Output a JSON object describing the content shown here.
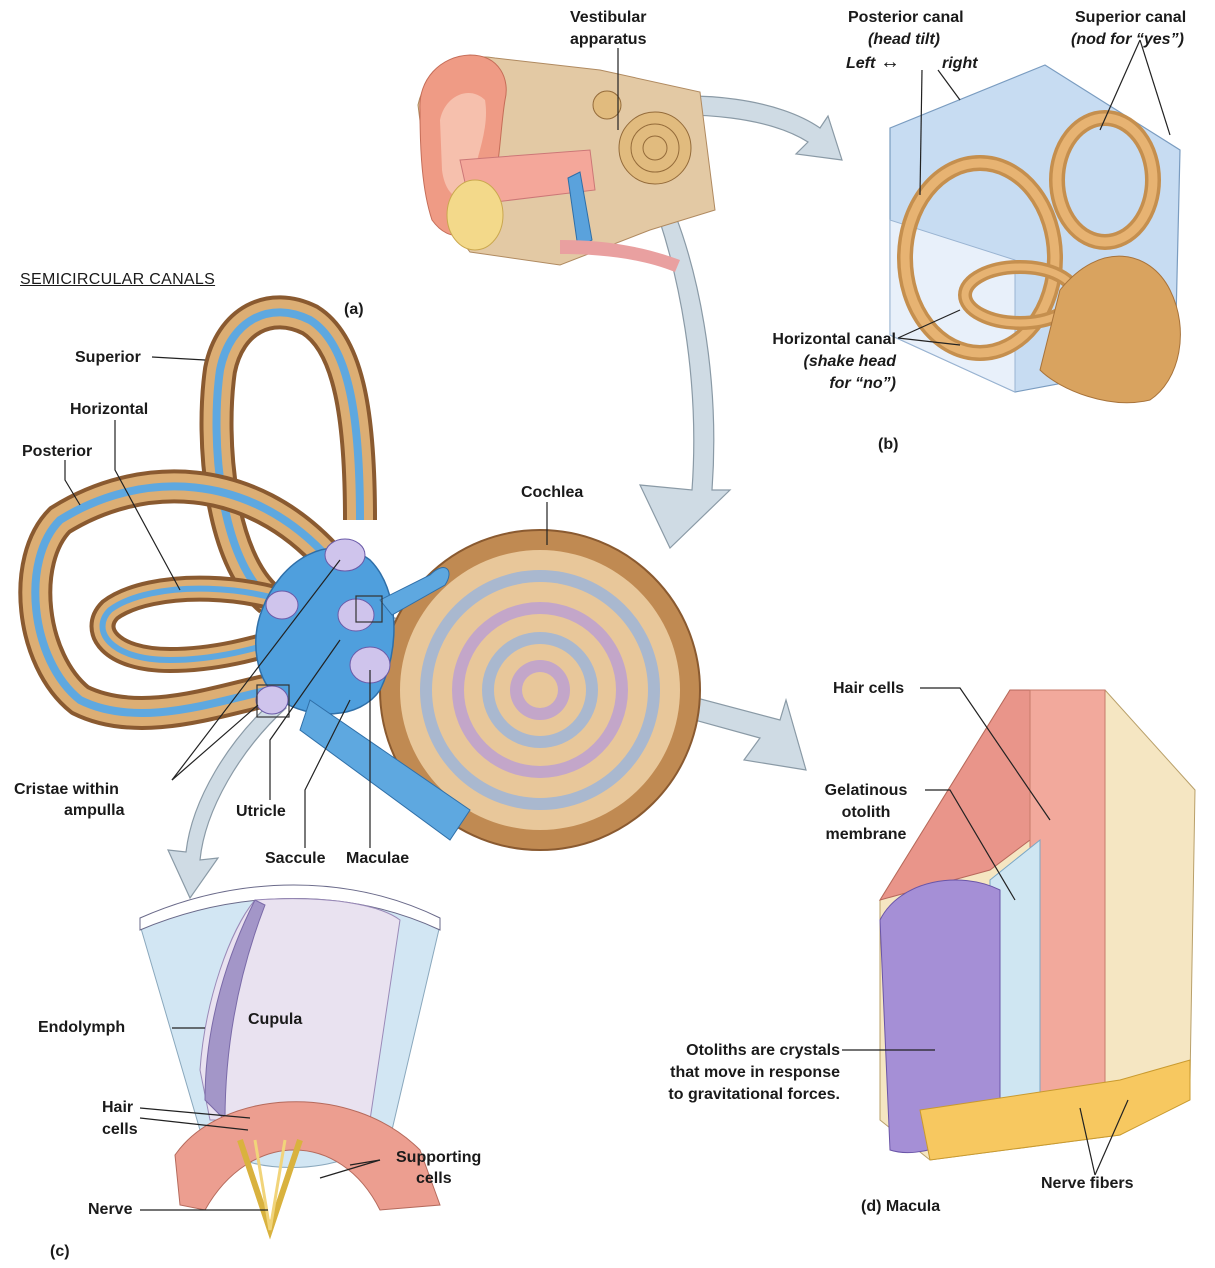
{
  "header": {
    "section_title": "SEMICIRCULAR CANALS"
  },
  "panels": {
    "a": "(a)",
    "b": "(b)",
    "c": "(c)",
    "d": "(d) Macula"
  },
  "ear": {
    "vestibular_1": "Vestibular",
    "vestibular_2": "apparatus"
  },
  "panel_b": {
    "posterior_title": "Posterior canal",
    "posterior_sub": "(head tilt)",
    "left": "Left",
    "right": "right",
    "superior_title": "Superior canal",
    "superior_sub": "(nod for “yes”)",
    "horizontal_title": "Horizontal canal",
    "horizontal_sub1": "(shake head",
    "horizontal_sub2": "for “no”)"
  },
  "panel_a": {
    "superior": "Superior",
    "horizontal": "Horizontal",
    "posterior": "Posterior",
    "cochlea": "Cochlea",
    "cristae_1": "Cristae within",
    "cristae_2": "ampulla",
    "utricle": "Utricle",
    "saccule": "Saccule",
    "maculae": "Maculae"
  },
  "panel_c": {
    "endolymph": "Endolymph",
    "cupula": "Cupula",
    "hair_1": "Hair",
    "hair_2": "cells",
    "supporting_1": "Supporting",
    "supporting_2": "cells",
    "nerve": "Nerve"
  },
  "panel_d": {
    "hair_cells": "Hair cells",
    "gel_1": "Gelatinous",
    "gel_2": "otolith",
    "gel_3": "membrane",
    "otoliths_1": "Otoliths are crystals",
    "otoliths_2": "that move in response",
    "otoliths_3": "to gravitational forces.",
    "nerve_fibers": "Nerve fibers"
  },
  "colors": {
    "canal_tan": "#d9a66a",
    "canal_brown": "#8a5a30",
    "endolymph_blue": "#5ea8e0",
    "membrane_pink": "#e7a89a",
    "cupula_lilac": "#e9e2f0",
    "otolith_purple": "#a58fd6",
    "arrow_fill": "#cfdbe4",
    "plane_blue": "#b9d3ee"
  }
}
